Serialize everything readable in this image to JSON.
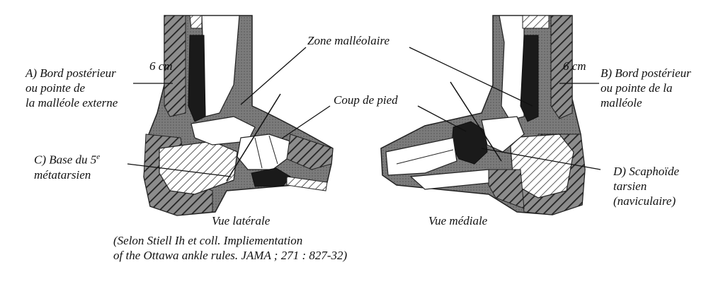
{
  "labels": {
    "zone_malleolaire": "Zone malléolaire",
    "coup_de_pied": "Coup de pied",
    "a": [
      "A) Bord postérieur",
      "ou pointe de",
      "la malléole externe"
    ],
    "b": [
      "B) Bord postérieur",
      "ou pointe de la",
      "malléole"
    ],
    "c": [
      "C) Base du 5",
      "métatarsien"
    ],
    "c_sup": "e",
    "d": [
      "D) Scaphoïde",
      "tarsien",
      "(naviculaire)"
    ],
    "six_cm_left": "6 cm",
    "six_cm_right": "6 cm",
    "vue_laterale": "Vue latérale",
    "vue_mediale": "Vue médiale"
  },
  "citation": [
    "(Selon Stiell Ih et coll. Impliementation",
    "of the Ottawa ankle rules. JAMA ; 271 : 827-32)"
  ]
}
